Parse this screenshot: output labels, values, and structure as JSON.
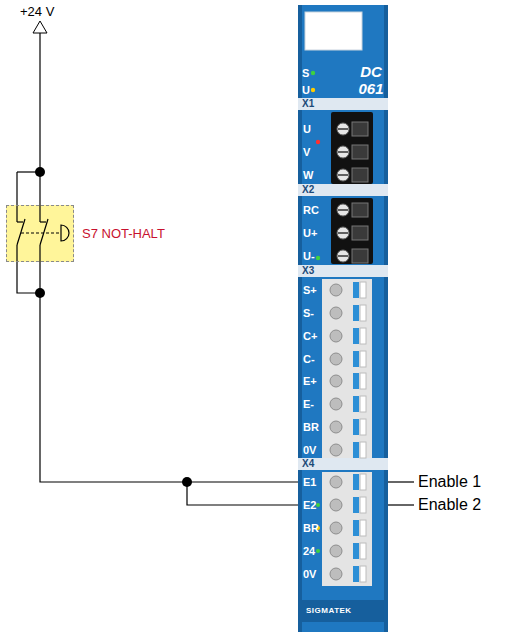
{
  "diagram": {
    "nodes": [
      {
        "text": [
          "S7 NOT-HALT"
        ]
      },
      {
        "text": [
          "DC 061"
        ]
      }
    ],
    "edges": [
      {
        "from": 0,
        "to": 1,
        "arrow": "none"
      }
    ],
    "labels": [
      "+24 V",
      "S",
      "U",
      "X1",
      "U",
      "V",
      "W",
      "X2",
      "RC",
      "U+",
      "U-",
      "X3",
      "S+",
      "S-",
      "C+",
      "C-",
      "E+",
      "E-",
      "BR",
      "0V",
      "X4",
      "E1",
      "E2",
      "BR",
      "24",
      "0V",
      "SIGMATEK",
      "Enable 1",
      "Enable 2"
    ]
  }
}
